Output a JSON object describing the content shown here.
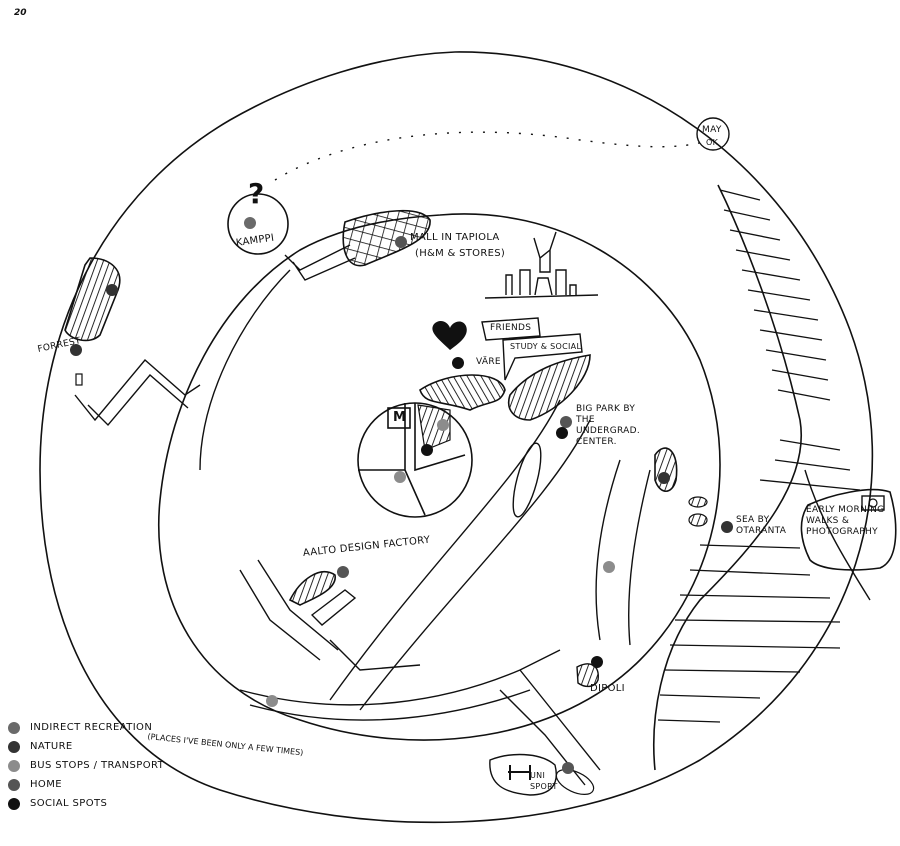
{
  "page_number": "20",
  "colors": {
    "indirect_recreation": "#6a6a6a",
    "nature": "#333333",
    "bus_stops": "#8c8c8c",
    "home": "#555555",
    "social": "#111111",
    "ink": "#111111"
  },
  "legend": {
    "items": [
      {
        "label": "Indirect Recreation",
        "category": "indirect_recreation"
      },
      {
        "label": "Nature",
        "category": "nature"
      },
      {
        "label": "Bus stops / Transport",
        "category": "bus_stops"
      },
      {
        "label": "Home",
        "category": "home"
      },
      {
        "label": "Social spots",
        "category": "social"
      }
    ],
    "note": "(Places I've been only a few times)"
  },
  "places": {
    "kamppi": {
      "label": "Kamppi",
      "marks": "? ?"
    },
    "mall": {
      "label": "Mall in Tapiola",
      "sublabel": "(H&M & stores)"
    },
    "forrest": {
      "label": "Forrest"
    },
    "may": {
      "label": "May",
      "sublabel": "ok"
    },
    "vare": {
      "label": "Väre",
      "bubble1": "Friends",
      "bubble2": "Study & social"
    },
    "big_park": {
      "label": "Big park by the undergrad. center."
    },
    "metro": {
      "label": "M"
    },
    "aalto": {
      "label": "Aalto Design Factory"
    },
    "sea": {
      "label": "Sea by Otaranta"
    },
    "early": {
      "label": "Early morning walks & photography"
    },
    "dipoli": {
      "label": "Dipoli"
    },
    "unisport": {
      "label": "Uni sport"
    }
  }
}
